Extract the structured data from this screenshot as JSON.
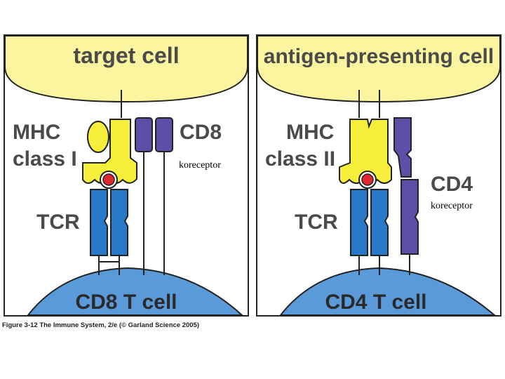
{
  "left_panel": {
    "top_cell_label": "target cell",
    "mhc_label_line1": "MHC",
    "mhc_label_line2": "class I",
    "coreceptor_label": "CD8",
    "coreceptor_note": "koreceptor",
    "tcr_label": "TCR",
    "bottom_cell_label": "CD8 T cell"
  },
  "right_panel": {
    "top_cell_label": "antigen-presenting cell",
    "mhc_label_line1": "MHC",
    "mhc_label_line2": "class II",
    "coreceptor_label": "CD4",
    "coreceptor_note": "koreceptor",
    "tcr_label": "TCR",
    "bottom_cell_label": "CD4 T cell"
  },
  "caption": "Figure 3-12 The Immune System, 2/e (© Garland Science 2005)",
  "colors": {
    "top_cell": "#fbf5a0",
    "mhc_yellow": "#f5ee3a",
    "tcr_blue": "#2a78c8",
    "coreceptor_purple": "#5b4fa8",
    "peptide_red": "#e02830",
    "t_cell_blue": "#5b9ad8",
    "frame": "#222222"
  }
}
